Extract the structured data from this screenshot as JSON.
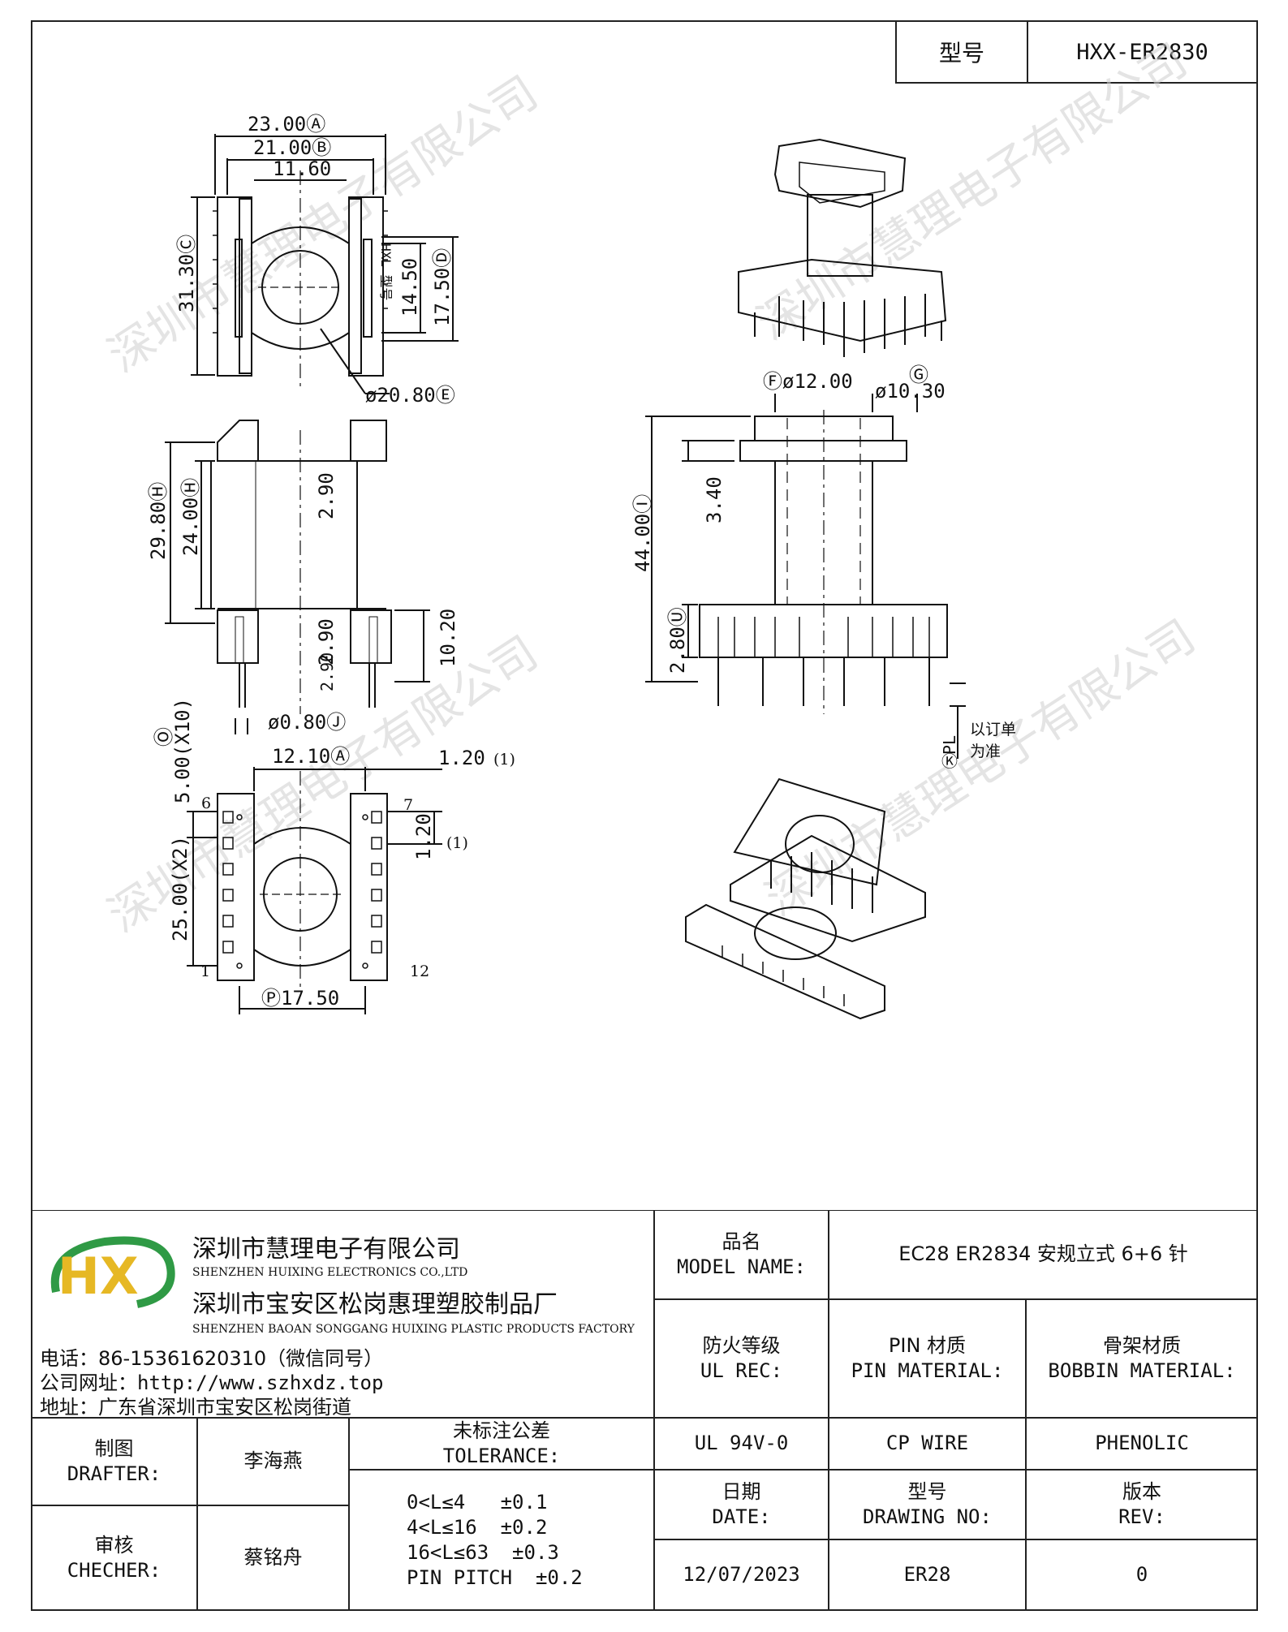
{
  "header": {
    "model_label": "型号",
    "model_value": "HXX-ER2830"
  },
  "drawing": {
    "top_view": {
      "d1": "23.00Ⓐ",
      "d2": "21.00Ⓑ",
      "d3": "11.60",
      "d4": "31.30Ⓒ",
      "d5": "14.50",
      "d6": "17.50Ⓓ",
      "d7": "ø20.80Ⓔ",
      "marking": "HXL 型号"
    },
    "side_view": {
      "d1": "29.80Ⓗ",
      "d2": "24.00Ⓗ",
      "d3": "2.90",
      "d4": "2.90",
      "d5": "2.90",
      "d6": "10.20",
      "d7": "ø0.80Ⓙ"
    },
    "bottom_view": {
      "d1": "12.10Ⓐ",
      "d2": "1.20",
      "d2_note": "(1)",
      "d3": "5.00(X10)",
      "d3_tag": "Ⓞ",
      "d4": "1.20",
      "d4_note": "(1)",
      "d5": "25.00(X2)",
      "d6": "Ⓟ17.50",
      "pin1": "1",
      "pin6": "6",
      "pin7": "7",
      "pin12": "12"
    },
    "section_view": {
      "d1": "Ⓕø12.00",
      "d2": "Ⓖ",
      "d3": "ø10.30",
      "d4": "3.40",
      "d5": "44.00Ⓘ",
      "d6": "2.80Ⓤ",
      "pl": "PL",
      "pl_tag": "Ⓚ",
      "pl_note1": "以订单",
      "pl_note2": "为准"
    },
    "watermark": "深圳市慧理电子有限公司"
  },
  "title_block": {
    "company_cn1": "深圳市慧理电子有限公司",
    "company_en1": "SHENZHEN HUIXING ELECTRONICS CO.,LTD",
    "company_cn2": "深圳市宝安区松岗惠理塑胶制品厂",
    "company_en2": "SHENZHEN BAOAN SONGGANG HUIXING PLASTIC PRODUCTS FACTORY",
    "phone": "电话：86-15361620310（微信同号）",
    "website": "公司网址：http://www.szhxdz.top",
    "address": "地址：广东省深圳市宝安区松岗街道",
    "logo_text": "HX",
    "model_name_cn": "品名",
    "model_name_en": "MODEL NAME:",
    "model_name_value": "EC28 ER2834 安规立式 6+6 针",
    "ul_cn": "防火等级",
    "ul_en": "UL REC:",
    "pin_cn": "PIN 材质",
    "pin_en": "PIN MATERIAL:",
    "bobbin_cn": "骨架材质",
    "bobbin_en": "BOBBIN MATERIAL:",
    "drafter_cn": "制图",
    "drafter_en": "DRAFTER:",
    "drafter_name": "李海燕",
    "tol_cn": "未标注公差",
    "tol_en": "TOLERANCE:",
    "ul_value": "UL 94V-0",
    "pin_value": "CP WIRE",
    "bobbin_value": "PHENOLIC",
    "checker_cn": "审核",
    "checker_en": "CHECHER:",
    "checker_name": "蔡铭舟",
    "tol_1": "0<L≤4   ±0.1",
    "tol_2": "4<L≤16  ±0.2",
    "tol_3": "16<L≤63  ±0.3",
    "tol_4": "PIN PITCH  ±0.2",
    "date_cn": "日期",
    "date_en": "DATE:",
    "drawing_no_cn": "型号",
    "drawing_no_en": "DRAWING NO:",
    "rev_cn": "版本",
    "rev_en": "REV:",
    "date_value": "12/07/2023",
    "drawing_no_value": "ER28",
    "rev_value": "0"
  }
}
